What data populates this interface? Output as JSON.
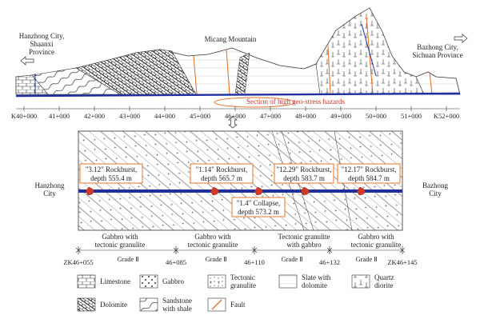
{
  "profile": {
    "left_city": [
      "Hanzhong City,",
      "Shaanxi",
      "Province"
    ],
    "right_city": [
      "Bazhong City,",
      "Sichuan Province"
    ],
    "mountain": "Micang Mountain",
    "hazard_label": "Section of high geo-stress hazards",
    "chainage": [
      "K40+000",
      "41+000",
      "42+000",
      "43+000",
      "44+000",
      "45+000",
      "46+000",
      "47+000",
      "48+000",
      "49+000",
      "50+000",
      "51+000",
      "K52+000"
    ]
  },
  "section": {
    "left_city": [
      "Hanzhong",
      "City"
    ],
    "right_city": [
      "Bazhong",
      "City"
    ],
    "events": [
      {
        "line1": "\"3.12\" Rockburst,",
        "line2": "depth 555.4 m"
      },
      {
        "line1": "\"1.14\" Rockburst,",
        "line2": "depth 565.7 m"
      },
      {
        "line1": "\"12.29\" Rockburst,",
        "line2": "depth 583.7 m"
      },
      {
        "line1": "\"12.17\" Rockburst,",
        "line2": "depth 584.7 m"
      },
      {
        "line1": "\"1.4\" Collapse,",
        "line2": "depth 573.2 m"
      }
    ],
    "zones": [
      {
        "line1": "Gabbro with",
        "line2": "tectonic granulite"
      },
      {
        "line1": "Gabbro with",
        "line2": "tectonic granulite"
      },
      {
        "line1": "Tectonic granulite",
        "line2": "with gabbro"
      },
      {
        "line1": "Gabbro with",
        "line2": "tectonic granulite"
      }
    ],
    "chainage": [
      "ZK46+055",
      "46+085",
      "46+110",
      "46+132",
      "ZK46+145"
    ],
    "grades": [
      "Grade Ⅱ",
      "Grade Ⅱ",
      "Grade Ⅱ",
      "Grade Ⅱ"
    ]
  },
  "legend": [
    {
      "key": "limestone",
      "line1": "Limestone",
      "line2": ""
    },
    {
      "key": "gabbro",
      "line1": "Gabbro",
      "line2": ""
    },
    {
      "key": "granulite",
      "line1": "Tectonic",
      "line2": "granulite"
    },
    {
      "key": "slate",
      "line1": "Slate with",
      "line2": "dolomite"
    },
    {
      "key": "diorite",
      "line1": "Quartz",
      "line2": "diorite"
    },
    {
      "key": "dolomite",
      "line1": "Dolomite",
      "line2": ""
    },
    {
      "key": "sandstone",
      "line1": "Sandstone",
      "line2": "with shale"
    },
    {
      "key": "fault",
      "line1": "Fault",
      "line2": ""
    }
  ],
  "colors": {
    "tunnel": "#1f2fa0",
    "fault": "#e8742a",
    "hazard": "#e8742a",
    "rockburst": "#d03a2a",
    "outline": "#333333"
  }
}
